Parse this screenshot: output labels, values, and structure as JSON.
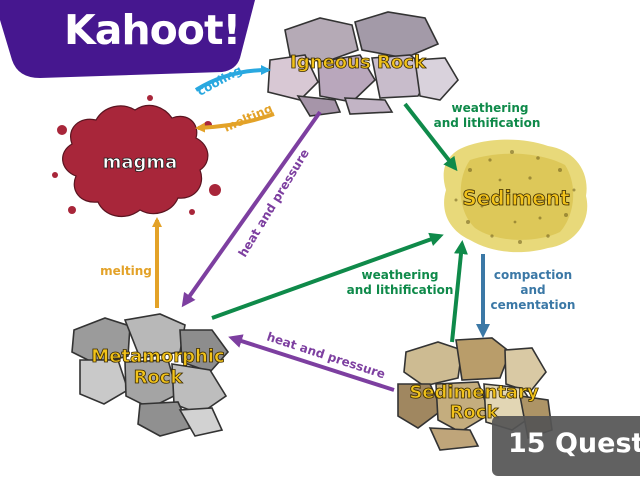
{
  "brand": {
    "logo": "Kahoot!"
  },
  "badge": {
    "text": "15 Quest"
  },
  "diagram": {
    "nodes": {
      "igneous": "Igneous Rock",
      "magma": "magma",
      "sediment": "Sediment",
      "metamorphic_line1": "Metamorphic",
      "metamorphic_line2": "Rock",
      "sedimentary_line1": "Sedimentary",
      "sedimentary_line2": "Rock"
    },
    "edges": {
      "cooling": "cooling",
      "melting_top": "melting",
      "melting_left": "melting",
      "weathering_top_1": "weathering",
      "weathering_top_2": "and lithification",
      "heat_pressure_diag": "heat and pressure",
      "weathering_mid_1": "weathering",
      "weathering_mid_2": "and lithification",
      "compaction_1": "compaction",
      "compaction_2": "and",
      "compaction_3": "cementation",
      "heat_pressure_bottom": "heat and pressure"
    }
  },
  "colors": {
    "brand_purple": "#46178f",
    "cooling_blue": "#29a8e0",
    "melting_orange": "#e3a228",
    "process_green": "#0f8a4a",
    "heat_purple": "#7d3fa0",
    "compaction_blue": "#3b78a6",
    "label_yellow": "#f2c31b",
    "magma_red": "#a8263a"
  }
}
